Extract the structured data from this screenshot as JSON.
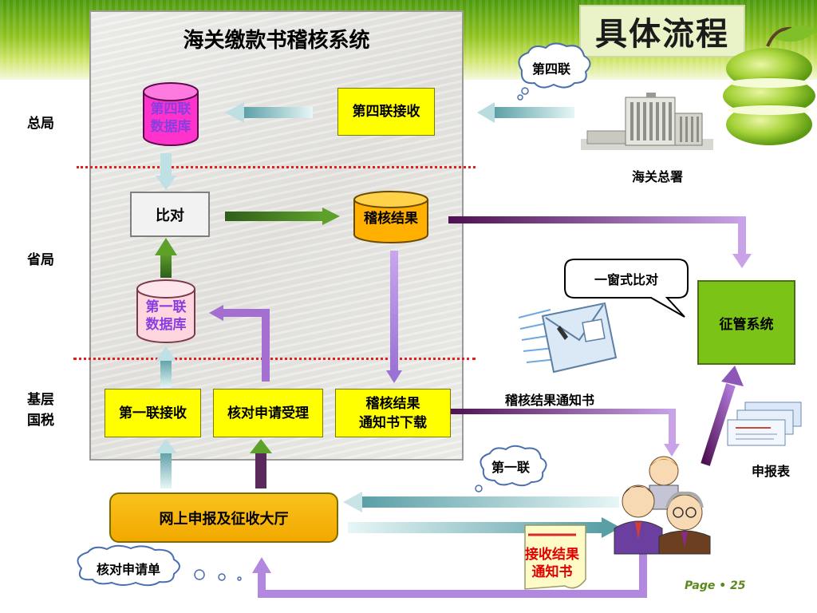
{
  "slide_title": "具体流程",
  "system": {
    "title": "海关缴款书稽核系统"
  },
  "levels": {
    "head_office": "总局",
    "province": "省局",
    "grassroots": "基层\n国税"
  },
  "nodes": {
    "db4": "第四联\n数据库",
    "recv4": "第四联接收",
    "compare": "比对",
    "audit_result": "稽核结果",
    "db1": "第一联\n数据库",
    "recv1": "第一联接收",
    "verify": "核对申请受理",
    "download": "稽核结果\n通知书下载",
    "hall": "网上申报及征收大厅",
    "tax_system": "征管系统"
  },
  "callouts": {
    "fourth_copy": "第四联",
    "one_window": "一窗式比对",
    "first_copy": "第一联",
    "verify_form": "核对申请单",
    "receive_notice": "接收结果\n通知书"
  },
  "captions": {
    "customs": "海关总署",
    "notice": "稽核结果通知书",
    "report": "申报表"
  },
  "page": "Page  •  25",
  "colors": {
    "accent_green": "#7cc318",
    "box_yellow": "#ffff00",
    "db_magenta": "#ff33cc",
    "db_orange": "#ffb000",
    "db_pink": "#ffd5de",
    "arrow_purple": "#6b1f6b"
  }
}
